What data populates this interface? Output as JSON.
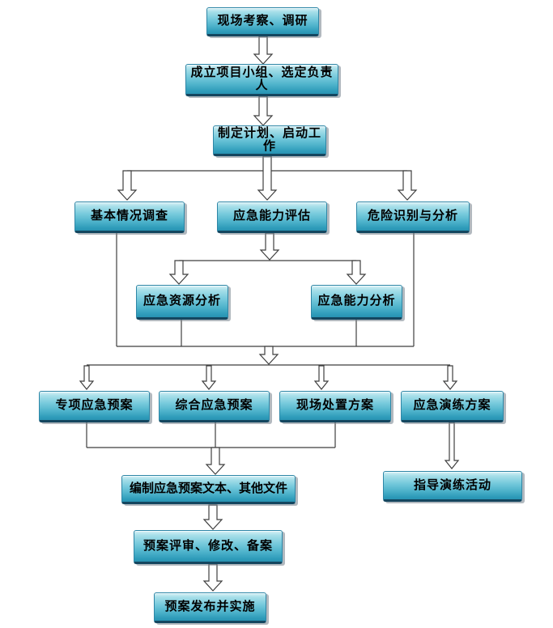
{
  "diagram": {
    "type": "flowchart",
    "background": "#ffffff",
    "colors": {
      "box_gradient_top": "#d8f1f6",
      "box_gradient_mid": "#79cbdd",
      "box_gradient_bottom": "#2f9cba",
      "box_bottom_edge": "#14465f",
      "box_border": "#2e86a6",
      "connector_line": "#3f3f3f",
      "arrow_fill": "#ffffff",
      "text": "#000000"
    },
    "nodes": [
      {
        "id": "site-survey",
        "label": "现场考察、调研"
      },
      {
        "id": "form-team",
        "label": "成立项目小组、选定负责人"
      },
      {
        "id": "make-plan",
        "label": "制定计划、启动工作"
      },
      {
        "id": "basic-survey",
        "label": "基本情况调查"
      },
      {
        "id": "capability-eval",
        "label": "应急能力评估"
      },
      {
        "id": "hazard-analysis",
        "label": "危险识别与分析"
      },
      {
        "id": "resource-analysis",
        "label": "应急资源分析"
      },
      {
        "id": "capability-analysis",
        "label": "应急能力分析"
      },
      {
        "id": "special-plan",
        "label": "专项应急预案"
      },
      {
        "id": "comprehensive-plan",
        "label": "综合应急预案"
      },
      {
        "id": "onsite-plan",
        "label": "现场处置方案"
      },
      {
        "id": "drill-plan",
        "label": "应急演练方案"
      },
      {
        "id": "guide-drill",
        "label": "指导演练活动"
      },
      {
        "id": "compile-docs",
        "label": "编制应急预案文本、其他文件"
      },
      {
        "id": "review-revise",
        "label": "预案评审、修改、备案"
      },
      {
        "id": "publish-implement",
        "label": "预案发布并实施"
      }
    ],
    "edges": [
      {
        "from": "site-survey",
        "to": "form-team"
      },
      {
        "from": "form-team",
        "to": "make-plan"
      },
      {
        "from": "make-plan",
        "to": "basic-survey"
      },
      {
        "from": "make-plan",
        "to": "capability-eval"
      },
      {
        "from": "make-plan",
        "to": "hazard-analysis"
      },
      {
        "from": "capability-eval",
        "to": "resource-analysis"
      },
      {
        "from": "capability-eval",
        "to": "capability-analysis"
      },
      {
        "from": "basic-survey",
        "to": "special-plan"
      },
      {
        "from": "basic-survey",
        "to": "comprehensive-plan"
      },
      {
        "from": "basic-survey",
        "to": "onsite-plan"
      },
      {
        "from": "basic-survey",
        "to": "drill-plan"
      },
      {
        "from": "resource-analysis",
        "to": "special-plan"
      },
      {
        "from": "resource-analysis",
        "to": "comprehensive-plan"
      },
      {
        "from": "resource-analysis",
        "to": "onsite-plan"
      },
      {
        "from": "resource-analysis",
        "to": "drill-plan"
      },
      {
        "from": "capability-analysis",
        "to": "special-plan"
      },
      {
        "from": "capability-analysis",
        "to": "comprehensive-plan"
      },
      {
        "from": "capability-analysis",
        "to": "onsite-plan"
      },
      {
        "from": "capability-analysis",
        "to": "drill-plan"
      },
      {
        "from": "hazard-analysis",
        "to": "special-plan"
      },
      {
        "from": "hazard-analysis",
        "to": "comprehensive-plan"
      },
      {
        "from": "hazard-analysis",
        "to": "onsite-plan"
      },
      {
        "from": "hazard-analysis",
        "to": "drill-plan"
      },
      {
        "from": "special-plan",
        "to": "compile-docs"
      },
      {
        "from": "comprehensive-plan",
        "to": "compile-docs"
      },
      {
        "from": "onsite-plan",
        "to": "compile-docs"
      },
      {
        "from": "drill-plan",
        "to": "guide-drill"
      },
      {
        "from": "compile-docs",
        "to": "review-revise"
      },
      {
        "from": "review-revise",
        "to": "publish-implement"
      }
    ]
  }
}
